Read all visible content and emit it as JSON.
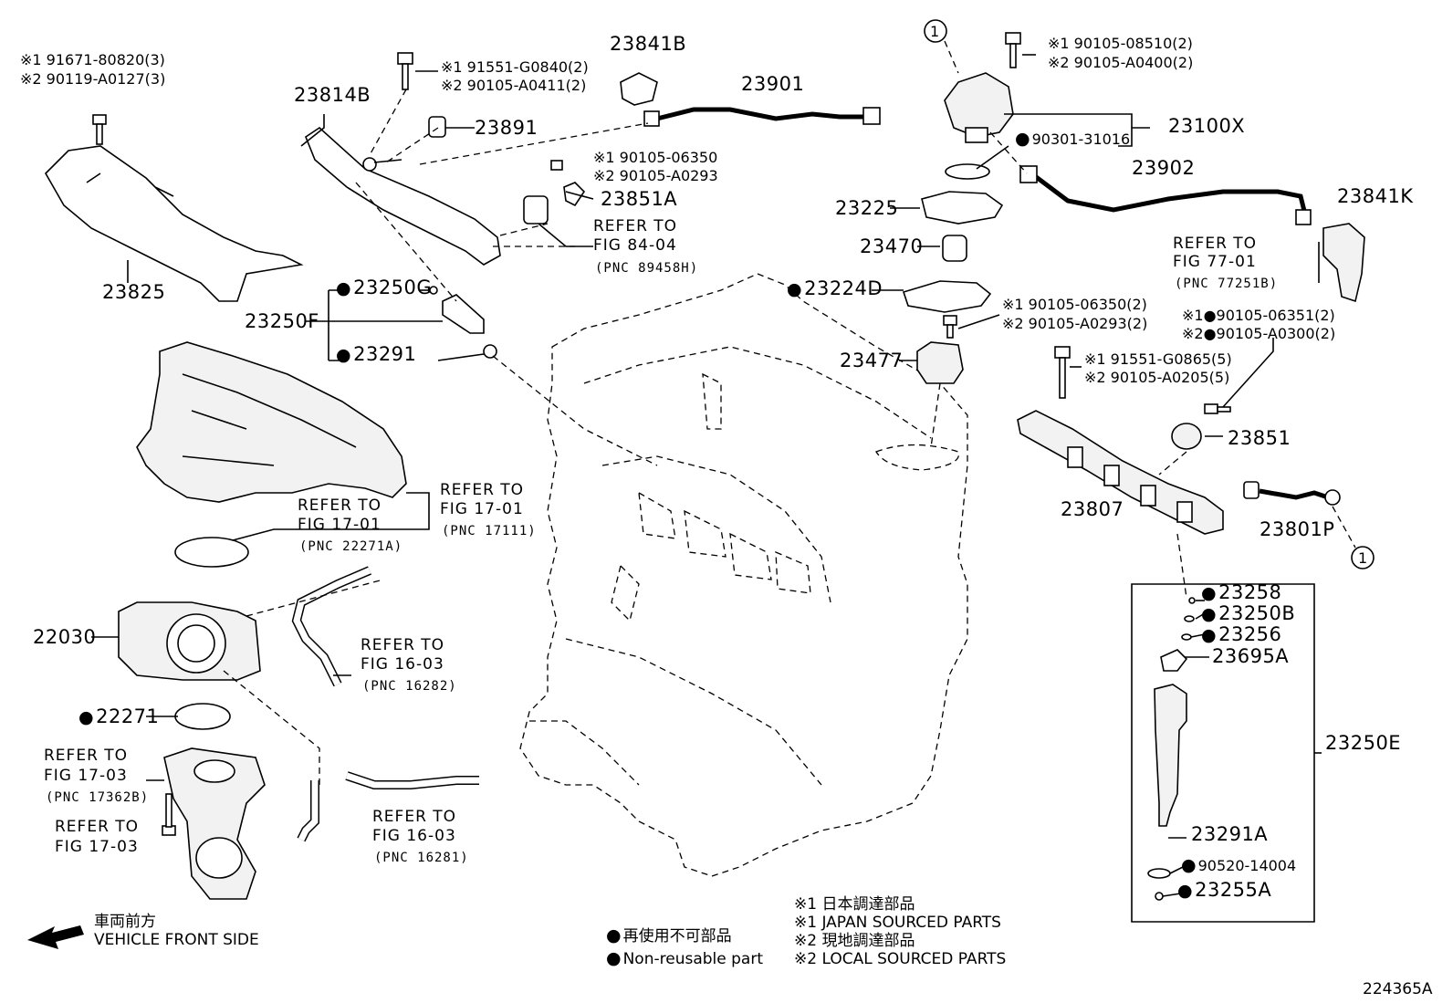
{
  "labels": {
    "l_91671": "※1 91671-80820(3)",
    "l_90119": "※2 90119-A0127(3)",
    "l_23825": "23825",
    "l_23814B": "23814B",
    "l_91551_g0840": "※1 91551-G0840(2)",
    "l_90105_a0411": "※2 90105-A0411(2)",
    "l_23891": "23891",
    "l_23841B": "23841B",
    "l_23901": "23901",
    "l_90105_06350_a": "※1 90105-06350",
    "l_90105_a0293_a": "※2 90105-A0293",
    "l_23851A": "23851A",
    "l_ref_84_1": "REFER TO",
    "l_ref_84_2": "FIG 84-04",
    "l_ref_84_3": "(PNC 89458H)",
    "l_23250G": "23250G",
    "l_23250F": "23250F",
    "l_23291": "23291",
    "l_ref_1701a_1": "REFER TO",
    "l_ref_1701a_2": "FIG 17-01",
    "l_ref_1701a_3": "(PNC 17111)",
    "l_ref_1701b_1": "REFER TO",
    "l_ref_1701b_2": "FIG 17-01",
    "l_ref_1701b_3": "(PNC 22271A)",
    "l_22030": "22030",
    "l_ref_1603a_1": "REFER TO",
    "l_ref_1603a_2": "FIG 16-03",
    "l_ref_1603a_3": "(PNC 16282)",
    "l_22271": "22271",
    "l_ref_1703a_1": "REFER TO",
    "l_ref_1703a_2": "FIG 17-03",
    "l_ref_1703a_3": "(PNC 17362B)",
    "l_ref_1703b_1": "REFER TO",
    "l_ref_1703b_2": "FIG 17-03",
    "l_ref_1603b_1": "REFER TO",
    "l_ref_1603b_2": "FIG 16-03",
    "l_ref_1603b_3": "(PNC 16281)",
    "l_front_jp": "車両前方",
    "l_front_en": "VEHICLE FRONT SIDE",
    "l_circ1_top": "1",
    "l_90105_08510": "※1 90105-08510(2)",
    "l_90105_a0400": "※2 90105-A0400(2)",
    "l_23100X": "23100X",
    "l_90301": "90301-31016",
    "l_23902": "23902",
    "l_23225": "23225",
    "l_23470": "23470",
    "l_23224D": "23224D",
    "l_90105_06350_b": "※1 90105-06350(2)",
    "l_90105_a0293_b": "※2 90105-A0293(2)",
    "l_23477": "23477",
    "l_23841K": "23841K",
    "l_ref_7701_1": "REFER TO",
    "l_ref_7701_2": "FIG 77-01",
    "l_ref_7701_3": "(PNC 77251B)",
    "l_90105_06351": "※1●90105-06351(2)",
    "l_90105_a0300": "※2●90105-A0300(2)",
    "l_91551_g0865": "※1 91551-G0865(5)",
    "l_90105_a0205": "※2 90105-A0205(5)",
    "l_23851": "23851",
    "l_23807": "23807",
    "l_23801P": "23801P",
    "l_circ1_right": "1",
    "l_23258": "23258",
    "l_23250B": "23250B",
    "l_23256": "23256",
    "l_23695A": "23695A",
    "l_23250E": "23250E",
    "l_23291A": "23291A",
    "l_90520": "90520-14004",
    "l_23255A": "23255A",
    "l_leg_nr_jp": "再使用不可部品",
    "l_leg_nr_en": "Non-reusable part",
    "l_leg1_jp": "※1  日本調達部品",
    "l_leg1_en": "※1  JAPAN SOURCED PARTS",
    "l_leg2_jp": "※2  現地調達部品",
    "l_leg2_en": "※2  LOCAL SOURCED PARTS",
    "l_ident": "224365A"
  }
}
